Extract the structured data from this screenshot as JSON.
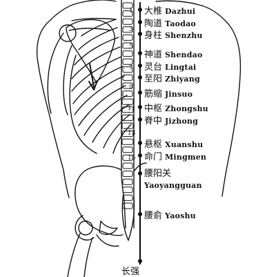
{
  "points": [
    {
      "cn": "大椎",
      "py": "Dazhui"
    },
    {
      "cn": "陶道",
      "py": "Taodao"
    },
    {
      "cn": "身柱",
      "py": "Shenzhu"
    },
    {
      "cn": "神道",
      "py": "Shendao"
    },
    {
      "cn": "灵台",
      "py": "Lingtai"
    },
    {
      "cn": "至阳",
      "py": "Zhiyang"
    },
    {
      "cn": "筋缩",
      "py": "Jinsuo"
    },
    {
      "cn": "中枢",
      "py": "Zhongshu"
    },
    {
      "cn": "脊中",
      "py": "Jizhong"
    },
    {
      "cn": "悬枢",
      "py": "Xuanshu"
    },
    {
      "cn": "命门",
      "py": "Mingmen"
    },
    {
      "cn": "腰阳关",
      "py": "Yaoyangguan"
    },
    {
      "cn": "腰俞",
      "py": "Yaoshu"
    }
  ],
  "bottom_point": {
    "cn": "长强"
  },
  "vertebra_numbers": [
    "1",
    "3",
    "5",
    "7",
    "9",
    "11",
    "13",
    "15"
  ]
}
